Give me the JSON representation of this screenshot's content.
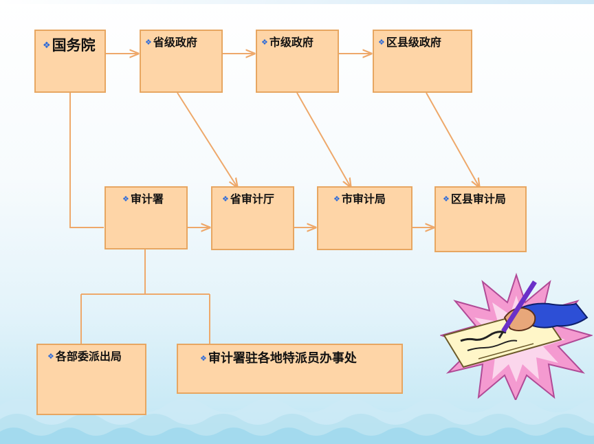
{
  "diagram": {
    "nodes": {
      "guowuyuan": "国务院",
      "sheng_gov": "省级政府",
      "shi_gov": "市级政府",
      "quxian_gov": "区县级政府",
      "shenjishu": "审计署",
      "sheng_audit": "省审计厅",
      "shi_audit": "市审计局",
      "quxian_audit": "区县审计局",
      "bu_wei": "各部委派出局",
      "tepaiyuan": "审计署驻各地特派员办事处"
    },
    "bullet": "❖",
    "colors": {
      "box_fill": "#fed5a7",
      "box_border": "#e7a661",
      "line": "#eea86a",
      "bullet": "#2d6ad8"
    },
    "clipart": "hand-writing-contract-icon"
  }
}
